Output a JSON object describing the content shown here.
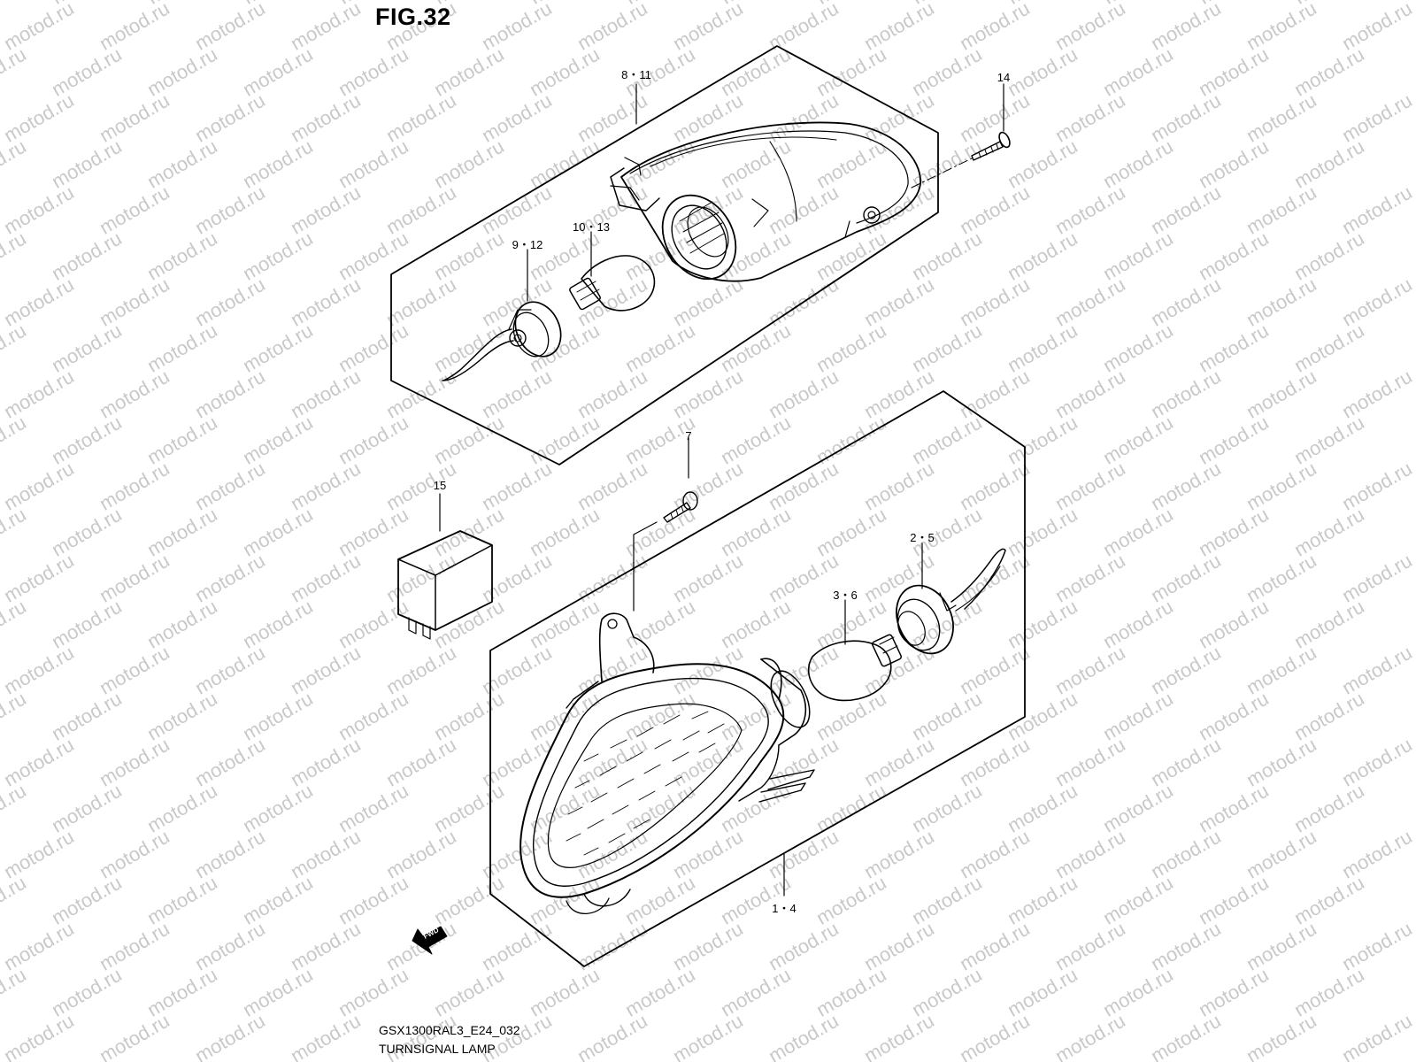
{
  "figure": {
    "title": "FIG.32",
    "code": "GSX1300RAL3_E24_032",
    "name": "TURNSIGNAL LAMP",
    "watermark": "motod.ru",
    "fwd_label": "FWD"
  },
  "callouts": {
    "c_8_11": "8・11",
    "c_14": "14",
    "c_10_13": "10・13",
    "c_9_12": "9・12",
    "c_15": "15",
    "c_7": "7",
    "c_2_5": "2・5",
    "c_3_6": "3・6",
    "c_1_4": "1・4"
  },
  "colors": {
    "line": "#000000",
    "watermark": "#c9c9c9",
    "background": "#ffffff"
  }
}
